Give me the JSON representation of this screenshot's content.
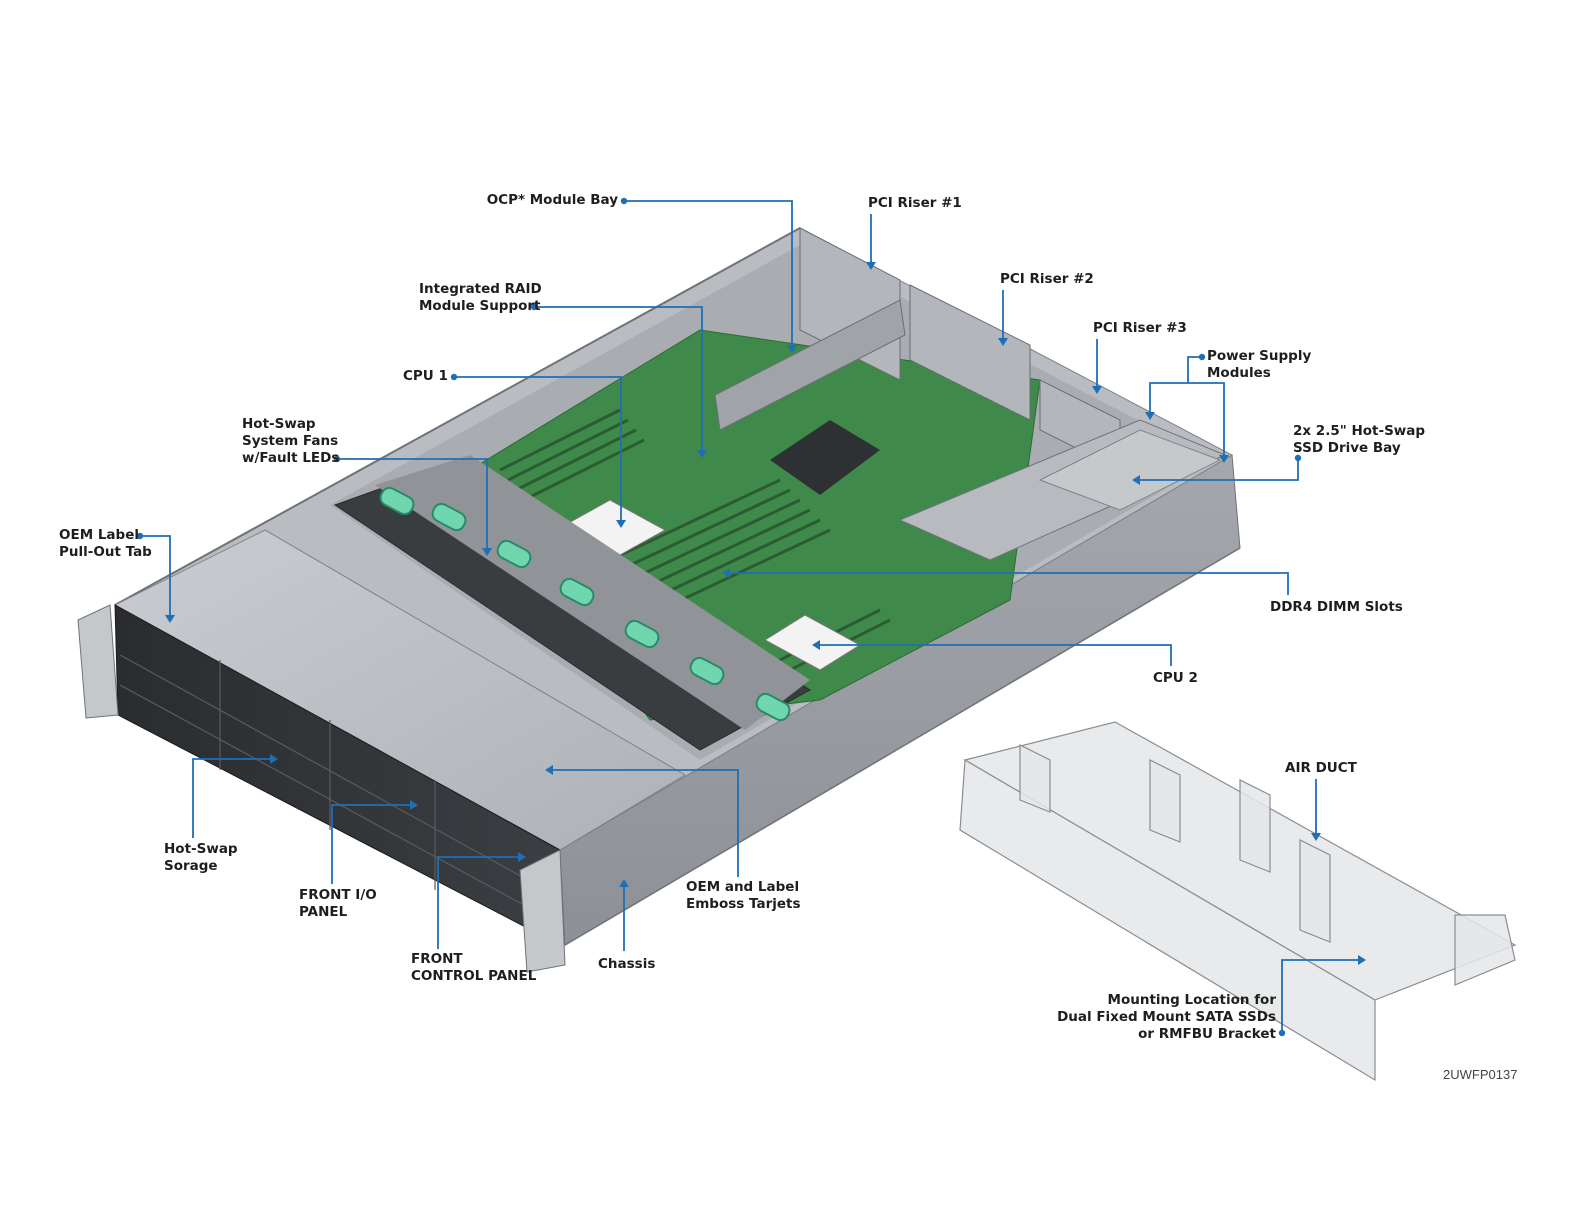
{
  "colors": {
    "leader": "#1f6fb5",
    "chassis": "#9a9ea3",
    "board": "#3f8a4a",
    "handle": "#6fd6b0",
    "duct": "#d7dadd"
  },
  "labels": {
    "ocp_bay": "OCP* Module Bay",
    "pci1": "PCI Riser #1",
    "pci2": "PCI Riser #2",
    "pci3": "PCI Riser #3",
    "raid_1": "Integrated RAID",
    "raid_2": "Module Support",
    "cpu1": "CPU 1",
    "psu_1": "Power Supply",
    "psu_2": "Modules",
    "ssd_bay_1": "2x 2.5\" Hot-Swap",
    "ssd_bay_2": "SSD Drive Bay",
    "fans_1": "Hot-Swap",
    "fans_2": "System Fans",
    "fans_3": "w/Fault LEDs",
    "oem_tab_1": "OEM Label",
    "oem_tab_2": "Pull-Out Tab",
    "dimm": "DDR4 DIMM Slots",
    "cpu2": "CPU 2",
    "air_duct": "AIR DUCT",
    "storage_1": "Hot-Swap",
    "storage_2": "Sorage",
    "front_io_1": "FRONT I/O",
    "front_io_2": "PANEL",
    "emboss_1": "OEM and Label",
    "emboss_2": "Emboss Tarjets",
    "front_ctrl_1": "FRONT",
    "front_ctrl_2": "CONTROL PANEL",
    "chassis": "Chassis",
    "mount_1": "Mounting Location for",
    "mount_2": "Dual Fixed Mount SATA SSDs",
    "mount_3": "or RMFBU Bracket"
  },
  "figure_id": "2UWFP0137"
}
